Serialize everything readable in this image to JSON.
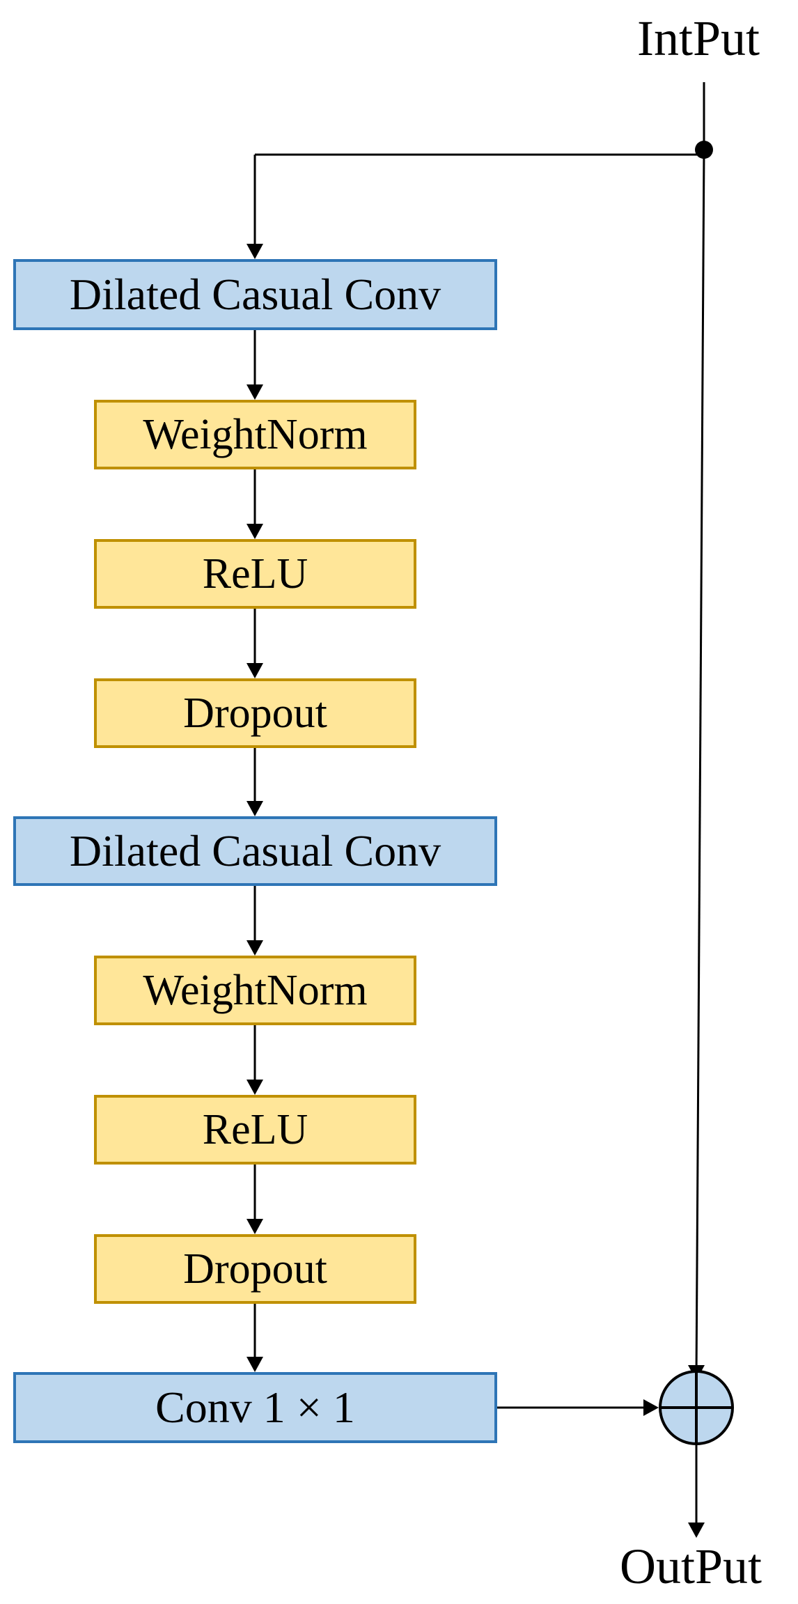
{
  "input_label": "IntPut",
  "output_label": "OutPut",
  "blocks": {
    "conv1": "Dilated Casual Conv",
    "norm1": "WeightNorm",
    "relu1": "ReLU",
    "drop1": "Dropout",
    "conv2": "Dilated Casual Conv",
    "norm2": "WeightNorm",
    "relu2": "ReLU",
    "drop2": "Dropout",
    "conv1x1": "Conv 1 × 1"
  },
  "colors": {
    "conv_fill": "#bdd7ee",
    "conv_border": "#2e75b6",
    "layer_fill": "#ffe699",
    "layer_border": "#bf9000",
    "adder_fill": "#bdd7ee",
    "line": "#000000"
  }
}
